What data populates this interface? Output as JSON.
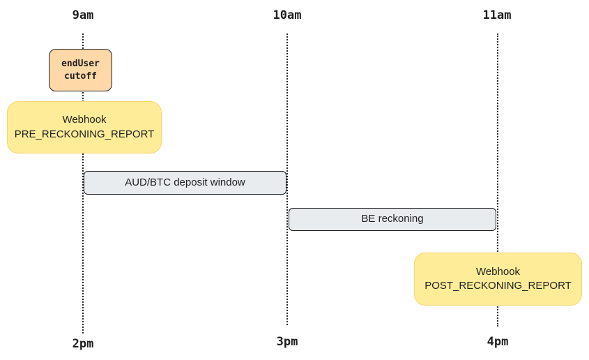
{
  "timeline": {
    "top_ticks": [
      "9am",
      "10am",
      "11am"
    ],
    "bottom_ticks": [
      "2pm",
      "3pm",
      "4pm"
    ]
  },
  "events": {
    "cutoff": {
      "line1": "endUser",
      "line2": "cutoff"
    },
    "pre_webhook": {
      "line1": "Webhook",
      "line2": "PRE_RECKONING_REPORT"
    },
    "deposit_window": {
      "label": "AUD/BTC deposit window"
    },
    "reckoning": {
      "label": "BE reckoning"
    },
    "post_webhook": {
      "line1": "Webhook",
      "line2": "POST_RECKONING_REPORT"
    }
  },
  "colors": {
    "cutoff_fill": "#ffd8a8",
    "webhook_fill": "#ffec99",
    "window_fill": "#e9ecef"
  }
}
